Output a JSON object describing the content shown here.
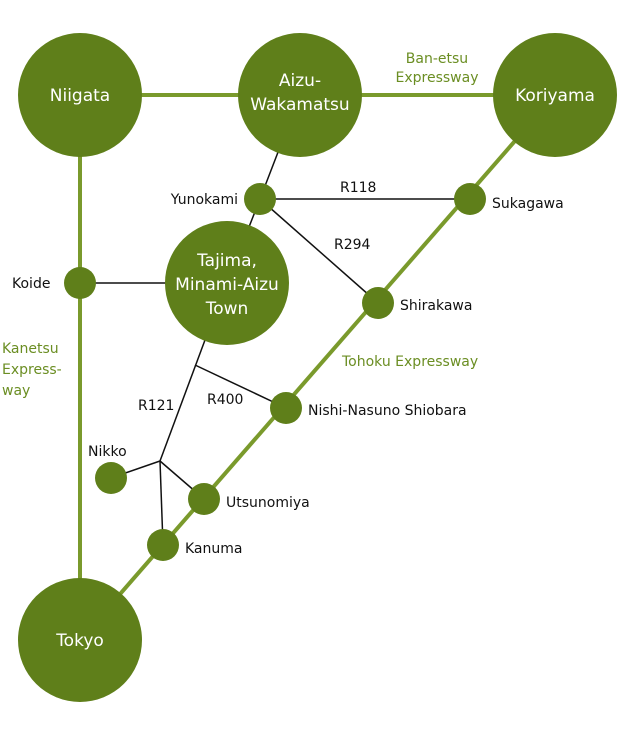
{
  "colors": {
    "node": "#5f7f1a",
    "expressway": "#7a9a2c",
    "route": "#111111",
    "expressway_text": "#6b8e23"
  },
  "cities": {
    "niigata": "Niigata",
    "aizu_line1": "Aizu-",
    "aizu_line2": "Wakamatsu",
    "koriyama": "Koriyama",
    "tajima_line1": "Tajima,",
    "tajima_line2": "Minami-Aizu",
    "tajima_line3": "Town",
    "tokyo": "Tokyo",
    "yunokami": "Yunokami",
    "sukagawa": "Sukagawa",
    "koide": "Koide",
    "shirakawa": "Shirakawa",
    "nishi_nasuno": "Nishi-Nasuno Shiobara",
    "nikko": "Nikko",
    "utsunomiya": "Utsunomiya",
    "kanuma": "Kanuma"
  },
  "routes": {
    "r118": "R118",
    "r294": "R294",
    "r121": "R121",
    "r400": "R400"
  },
  "expressways": {
    "banetsu_line1": "Ban-etsu",
    "banetsu_line2": "Expressway",
    "tohoku": "Tohoku Expressway",
    "kanetsu_line1": "Kanetsu",
    "kanetsu_line2": "Express-",
    "kanetsu_line3": "way"
  }
}
